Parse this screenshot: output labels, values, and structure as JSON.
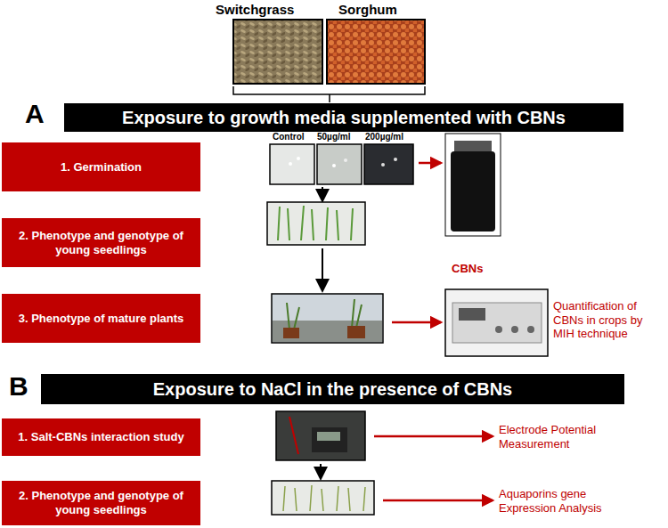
{
  "diagram": {
    "nodes": [
      {
        "text": [
          "Exposure to growth media supplemented with CBNs"
        ]
      },
      {
        "text": [
          "1. Germination"
        ]
      },
      {
        "text": [
          "2. Phenotype and genotype of young seedlings"
        ]
      },
      {
        "text": [
          "3. Phenotype of mature plants"
        ]
      },
      {
        "text": [
          "Exposure to NaCl in the presence of CBNs"
        ]
      },
      {
        "text": [
          "1. Salt-CBNs interaction study"
        ]
      },
      {
        "text": [
          "2. Phenotype and genotype of young seedlings"
        ]
      }
    ],
    "labels": [
      "Switchgrass",
      "Sorghum",
      "A",
      "Control",
      "50µg/ml",
      "200µg/ml",
      "CBNs",
      "Quantification of CBNs in crops by MIH technique",
      "B",
      "Electrode Potential Measurement",
      "Aquaporins gene Expression Analysis"
    ]
  }
}
